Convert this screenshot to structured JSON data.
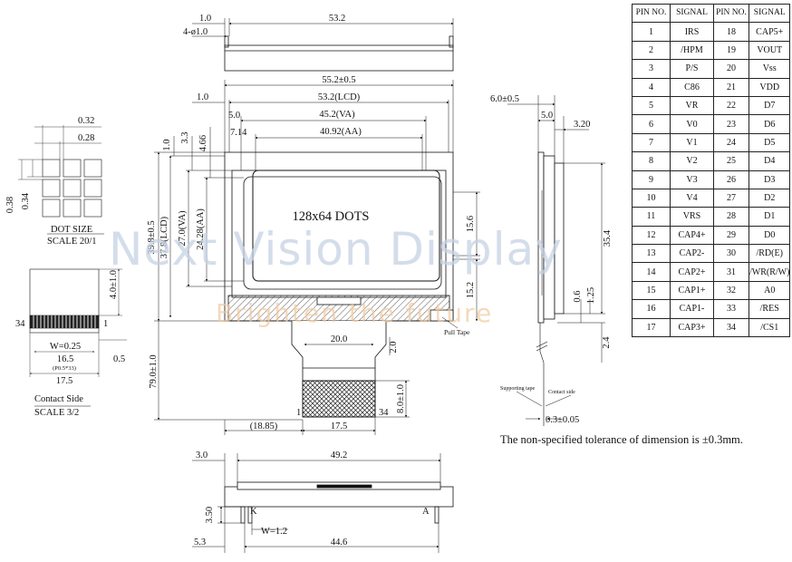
{
  "watermark": {
    "brand": "Next Vision Display",
    "slogan": "Brighten the future"
  },
  "pin_table": {
    "headers": [
      "PIN NO.",
      "SIGNAL",
      "PIN NO.",
      "SIGNAL"
    ],
    "rows": [
      [
        "1",
        "IRS",
        "18",
        "CAP5+"
      ],
      [
        "2",
        "/HPM",
        "19",
        "VOUT"
      ],
      [
        "3",
        "P/S",
        "20",
        "Vss"
      ],
      [
        "4",
        "C86",
        "21",
        "VDD"
      ],
      [
        "5",
        "VR",
        "22",
        "D7"
      ],
      [
        "6",
        "V0",
        "23",
        "D6"
      ],
      [
        "7",
        "V1",
        "24",
        "D5"
      ],
      [
        "8",
        "V2",
        "25",
        "D4"
      ],
      [
        "9",
        "V3",
        "26",
        "D3"
      ],
      [
        "10",
        "V4",
        "27",
        "D2"
      ],
      [
        "11",
        "VRS",
        "28",
        "D1"
      ],
      [
        "12",
        "CAP4+",
        "29",
        "D0"
      ],
      [
        "13",
        "CAP2-",
        "30",
        "/RD(E)"
      ],
      [
        "14",
        "CAP2+",
        "31",
        "/WR(R/W)"
      ],
      [
        "15",
        "CAP1+",
        "32",
        "A0"
      ],
      [
        "16",
        "CAP1-",
        "33",
        "/RES"
      ],
      [
        "17",
        "CAP3+",
        "34",
        "/CS1"
      ]
    ]
  },
  "tolerance_note": "The non-specified tolerance of dimension is ±0.3mm.",
  "labels": {
    "dot_size": "DOT SIZE",
    "scale_20": "SCALE 20/1",
    "contact_side": "Contact Side",
    "scale_32": "SCALE 3/2",
    "display": "128x64 DOTS",
    "pull_tape": "Pull Tape",
    "supporting_tape": "Supporting tape",
    "contact_side_small": "Contact side",
    "pin_k": "K",
    "pin_a": "A",
    "pin_1": "1",
    "pin_34": "34"
  },
  "dims": {
    "top_1_0": "1.0",
    "top_53_2": "53.2",
    "hole": "4-ø1.0",
    "d_55_2": "55.2±0.5",
    "d_1_0b": "1.0",
    "d_53_2_lcd": "53.2(LCD)",
    "d_5_0": "5.0",
    "d_45_2": "45.2(VA)",
    "d_7_14": "7.14",
    "d_40_92": "40.92(AA)",
    "d_1_0v": "1.0",
    "d_3_3": "3.3",
    "d_4_66": "4.66",
    "d_39_8": "39.8±0.5",
    "d_37_8": "37.8(LCD)",
    "d_27_0": "27.0(VA)",
    "d_24_28": "24.28(AA)",
    "d_15_6": "15.6",
    "d_35_4": "35.4",
    "d_15_2": "15.2",
    "d_79_0": "79.0±1.0",
    "d_20_0": "20.0",
    "d_2_0": "2.0",
    "d_8_0": "8.0±1.0",
    "d_18_85": "(18.85)",
    "d_17_5": "17.5",
    "dot_0_32": "0.32",
    "dot_0_28": "0.28",
    "dot_0_38": "0.38",
    "dot_0_34": "0.34",
    "c_4_0": "4.0±1.0",
    "c_w": "W=0.25",
    "c_16_5": "16.5",
    "c_pitch": "(P0.5*33)",
    "c_17_5": "17.5",
    "c_0_5": "0.5",
    "s_6_0": "6.0±0.5",
    "s_5_0": "5.0",
    "s_3_20": "3.20",
    "s_0_6": "0.6",
    "s_1_25": "1.25",
    "s_2_4": "2.4",
    "s_0_3": "0.3±0.05",
    "b_3_0": "3.0",
    "b_49_2": "49.2",
    "b_3_50": "3.50",
    "b_w": "W=1.2",
    "b_5_3": "5.3",
    "b_44_6": "44.6"
  }
}
